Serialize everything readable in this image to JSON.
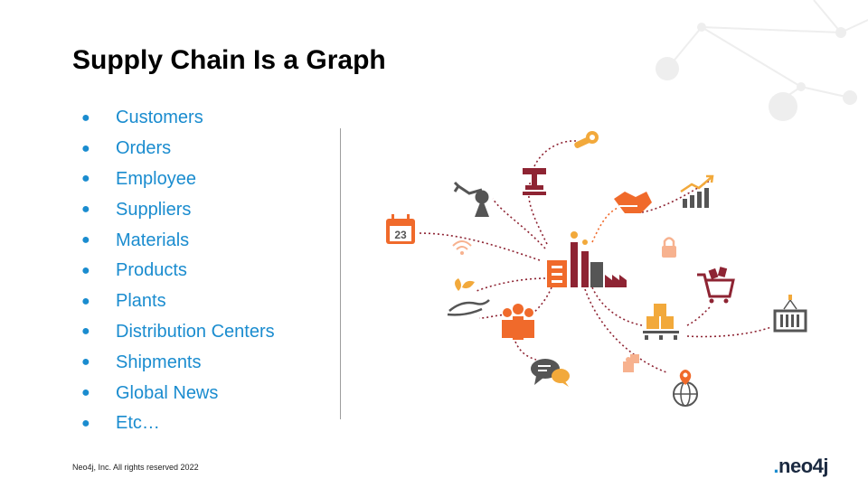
{
  "slide": {
    "title": "Supply Chain Is a Graph",
    "bullets": [
      "Customers",
      "Orders",
      "Employee",
      "Suppliers",
      "Materials",
      "Products",
      "Plants",
      "Distribution Centers",
      "Shipments",
      "Global News",
      "Etc…"
    ],
    "footer": "Neo4j, Inc. All rights reserved 2022",
    "logo_text": "neo4j",
    "calendar_number": "23"
  },
  "colors": {
    "title": "#000000",
    "bullet": "#1a8ccf",
    "orange": "#f06a2b",
    "gold": "#f2a93b",
    "maroon": "#8e2433",
    "gray": "#555555",
    "light_gray": "#d9d9d9",
    "peach": "#f7b28f"
  },
  "icons": [
    "factory-icon",
    "robot-arm-icon",
    "press-machine-icon",
    "wrench-icon",
    "handshake-icon",
    "growth-chart-icon",
    "calendar-icon",
    "wifi-icon",
    "lock-icon",
    "shopping-cart-icon",
    "plant-hand-icon",
    "people-icon",
    "boxes-icon",
    "warehouse-icon",
    "chat-icon",
    "puzzle-icon",
    "globe-pin-icon",
    "network-decoration"
  ]
}
